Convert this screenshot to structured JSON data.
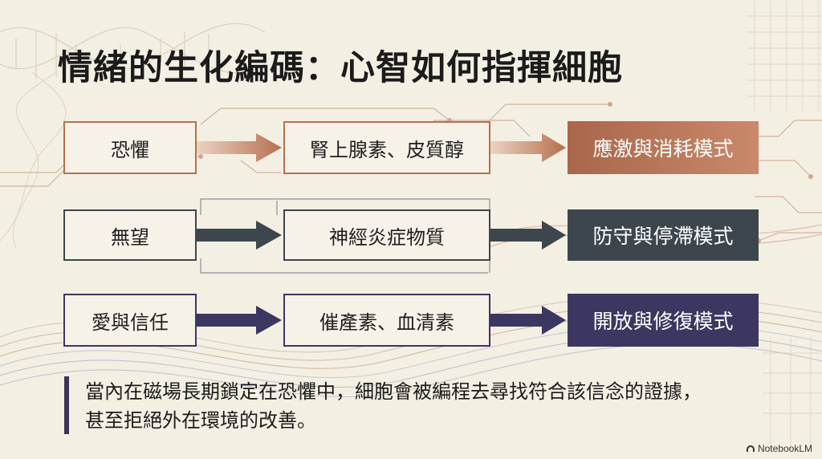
{
  "title": "情緒的生化編碼：心智如何指揮細胞",
  "colors": {
    "background": "#f4efe3",
    "fear": "#b5704e",
    "despair": "#3d464d",
    "love": "#3b3760"
  },
  "rows": [
    {
      "emotion": "恐懼",
      "chemical": "腎上腺素、皮質醇",
      "mode": "應激與消耗模式",
      "theme": "copper",
      "arrow_icon": "right-arrow-icon"
    },
    {
      "emotion": "無望",
      "chemical": "神經炎症物質",
      "mode": "防守與停滯模式",
      "theme": "slate",
      "arrow_icon": "right-arrow-icon"
    },
    {
      "emotion": "愛與信任",
      "chemical": "催產素、血清素",
      "mode": "開放與修復模式",
      "theme": "indigo",
      "arrow_icon": "right-arrow-icon"
    }
  ],
  "callout": {
    "line1": "當內在磁場長期鎖定在恐懼中，細胞會被編程去尋找符合該信念的證據，",
    "line2": "甚至拒絕外在環境的改善。"
  },
  "brand": {
    "name": "NotebookLM",
    "icon": "notebooklm-logo-icon"
  }
}
